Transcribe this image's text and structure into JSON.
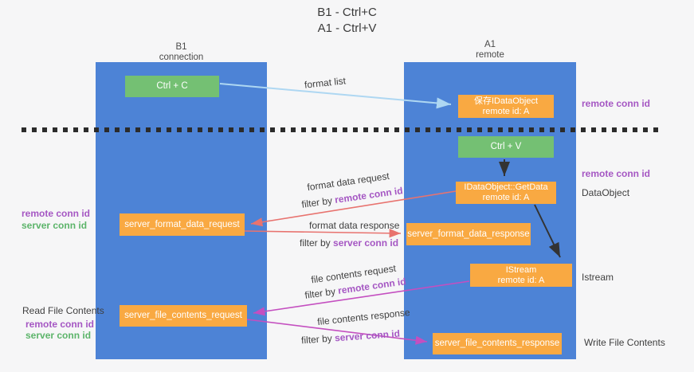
{
  "title": {
    "line1": "B1 - Ctrl+C",
    "line2": "A1 - Ctrl+V"
  },
  "columns": {
    "left": {
      "name": "B1",
      "sub": "connection"
    },
    "right": {
      "name": "A1",
      "sub": "remote"
    }
  },
  "nodes": {
    "ctrl_c": {
      "label": "Ctrl + C"
    },
    "save_obj": {
      "line1": "保存IDataObject",
      "line2": "remote id: A"
    },
    "ctrl_v": {
      "label": "Ctrl + V"
    },
    "getdata": {
      "line1": "IDataObject::GetData",
      "line2": "remote id: A"
    },
    "format_request": {
      "label": "server_format_data_request"
    },
    "format_response": {
      "label": "server_format_data_response"
    },
    "istream": {
      "line1": "IStream",
      "line2": "remote id: A"
    },
    "file_request": {
      "label": "server_file_contents_request"
    },
    "file_response": {
      "label": "server_file_contents_response"
    }
  },
  "arrows": {
    "format_list": {
      "label": "format list"
    },
    "format_data_request": {
      "label": "format data request",
      "filter_prefix": "filter by ",
      "filter_key": "remote conn id"
    },
    "format_data_response": {
      "label": "format data response",
      "filter_prefix": "filter by ",
      "filter_key": "server conn id"
    },
    "file_contents_request": {
      "label": "file contents request",
      "filter_prefix": "filter by ",
      "filter_key": "remote conn id"
    },
    "file_contents_response": {
      "label": "file contents response",
      "filter_prefix": "filter by ",
      "filter_key": "server conn id"
    }
  },
  "side_right": {
    "remote_conn_id_1": "remote conn id",
    "remote_conn_id_2": "remote conn id",
    "dataobject": "DataObject",
    "istream": "Istream",
    "write_file_contents": "Write File Contents"
  },
  "side_left": {
    "remote_conn_id_1": "remote conn id",
    "server_conn_id_1": "server conn id",
    "read_file_contents": "Read File Contents",
    "remote_conn_id_2": "remote conn id",
    "server_conn_id_2": "server conn id"
  },
  "colors": {
    "column_blue": "#4d83d6",
    "box_green": "#74c073",
    "box_orange": "#f9a942",
    "arrow_light_blue": "#aed7f2",
    "arrow_salmon": "#e8736f",
    "arrow_magenta": "#c44fc0",
    "arrow_black": "#333333",
    "dash_dark": "#2b2b2b",
    "text_purple": "#a557c3",
    "text_green": "#5cb46a"
  }
}
